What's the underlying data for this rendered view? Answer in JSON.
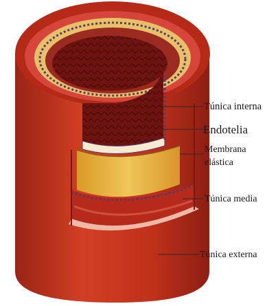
{
  "labels": {
    "tunica_interna": "Túnica interna",
    "endotelia": "Endotelia",
    "membrana_line1": "Membrana",
    "membrana_line2": "elástica",
    "tunica_media": "Túnica media",
    "tunica_externa": "Túnica externa"
  },
  "colors": {
    "outer_red": "#c0311b",
    "dark_red": "#8a1b10",
    "inner_lumen": "#6e1410",
    "yellow_layer": "#e7b23d",
    "pale_yellow": "#f2d889",
    "purple_beads": "#5a3a66"
  }
}
